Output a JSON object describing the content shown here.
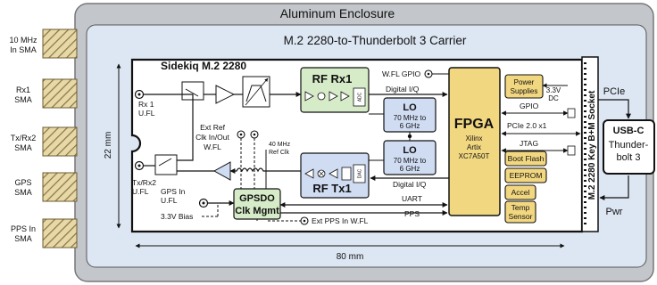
{
  "enclosure": {
    "title": "Aluminum Enclosure"
  },
  "carrier": {
    "title": "M.2 2280-to-Thunderbolt 3 Carrier"
  },
  "card": {
    "title": "Sidekiq M.2 2280"
  },
  "external_ports": [
    {
      "line1": "10 MHz",
      "line2": "In SMA"
    },
    {
      "line1": "Rx1",
      "line2": "SMA"
    },
    {
      "line1": "Tx/Rx2",
      "line2": "SMA"
    },
    {
      "line1": "GPS",
      "line2": "SMA"
    },
    {
      "line1": "PPS In",
      "line2": "SMA"
    }
  ],
  "dimensions": {
    "height": "22 mm",
    "width": "80 mm"
  },
  "connectors": {
    "rx1": {
      "line1": "Rx 1",
      "line2": "U.FL"
    },
    "txrx2": {
      "line1": "Tx/Rx2",
      "line2": "U.FL"
    },
    "gps_in": {
      "line1": "GPS In",
      "line2": "U.FL"
    },
    "bias": "3.3V Bias",
    "ext_ref": {
      "line1": "Ext Ref",
      "line2": "Clk In/Out",
      "line3": "W.FL"
    },
    "ref_clk": {
      "line1": "40 MHz",
      "line2": "Ref Clk"
    },
    "wfl_gpio": "W.FL GPIO",
    "ext_pps": "Ext PPS In W.FL"
  },
  "blocks": {
    "rf_rx1": {
      "title": "RF Rx1",
      "adc": "ADC"
    },
    "rf_tx1": {
      "title": "RF Tx1",
      "dac": "DAC"
    },
    "lo_rx": {
      "title": "LO",
      "line1": "70 MHz to",
      "line2": "6 GHz"
    },
    "lo_tx": {
      "title": "LO",
      "line1": "70 MHz to",
      "line2": "6 GHz"
    },
    "gpsdo": {
      "line1": "GPSDO",
      "line2": "Clk Mgmt"
    },
    "fpga": {
      "title": "FPGA",
      "line1": "Xilinx",
      "line2": "Artix",
      "line3": "XC7A50T"
    }
  },
  "signals": {
    "digital_iq_rx": "Digital I/Q",
    "digital_iq_tx": "Digital I/Q",
    "uart": "UART",
    "pps": "PPS",
    "gpio": "GPIO",
    "pcie": "PCIe 2.0 x1",
    "jtag": "JTAG",
    "dc": {
      "line1": "3.3V",
      "line2": "DC"
    }
  },
  "peripherals": [
    {
      "line1": "Power",
      "line2": "Supplies"
    },
    {
      "line1": "Boot Flash",
      "line2": ""
    },
    {
      "line1": "EEPROM",
      "line2": ""
    },
    {
      "line1": "Accel",
      "line2": ""
    },
    {
      "line1": "Temp",
      "line2": "Sensor"
    }
  ],
  "socket": {
    "label": "M.2 2280 Key B+M Socket"
  },
  "usbc": {
    "title": "USB-C",
    "line1": "Thunder-",
    "line2": "bolt 3"
  },
  "host": {
    "pcie": "PCIe",
    "pwr": "Pwr"
  },
  "colors": {
    "enclosure": "#c3c7cb",
    "carrier": "#dde7f3",
    "rx_block": "#d6ebc8",
    "tx_block": "#cfdcf2",
    "fpga": "#f2d781",
    "gpsdo": "#d6ebc8",
    "accent_line": "#1a1a1a"
  }
}
